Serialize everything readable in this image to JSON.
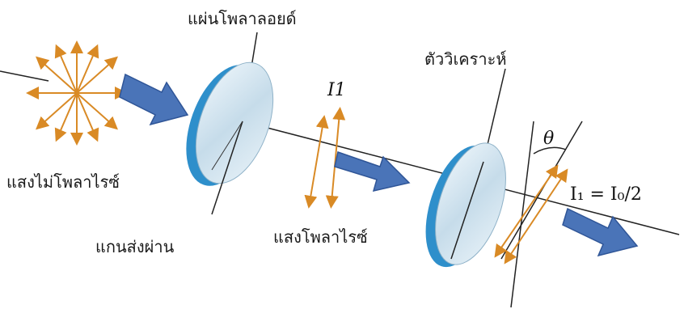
{
  "labels": {
    "polaroid": "แผ่นโพลาลอยด์",
    "unpolarized": "แสงไม่โพลาไรซ์",
    "axis": "แกนส่งผ่าน",
    "polarized": "แสงโพลาไรซ์",
    "analyzer": "ตัววิเคราะห์",
    "intensity": "I1",
    "theta": "θ",
    "equation": "I₁ = I₀/2"
  },
  "colors": {
    "arrow_orange": "#d98a25",
    "big_arrow": "#4a74b8",
    "lens_face": "#cfe3ef",
    "lens_edge": "#2e8fcb",
    "line": "#222222"
  }
}
